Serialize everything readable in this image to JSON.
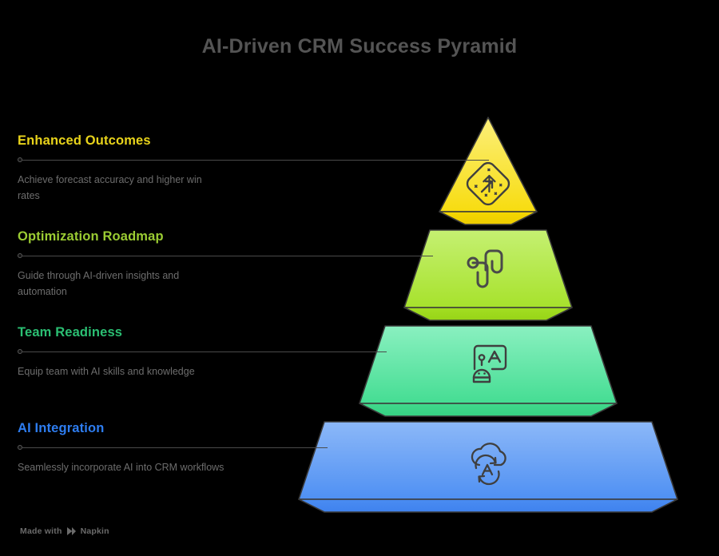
{
  "page": {
    "background_color": "#000000",
    "title": "AI-Driven CRM Success Pyramid",
    "title_color": "#545454"
  },
  "footer": {
    "prefix": "Made with",
    "brand": "Napkin",
    "logo_icon": "napkin-logo-icon",
    "color": "#6b6b6b"
  },
  "pyramid": {
    "type": "pyramid",
    "tier_count": 4,
    "tiers": [
      {
        "index": 1,
        "position": "top",
        "title": "Enhanced Outcomes",
        "description": "Achieve forecast accuracy and higher win rates",
        "color": "#F5DE1E",
        "color_light": "#FCEF7A",
        "color_dark": "#F2D400",
        "title_color": "#E8D31B",
        "icon": "growth-arrow-sparkle-icon",
        "shape": "triangle"
      },
      {
        "index": 2,
        "position": "upper-middle",
        "title": "Optimization Roadmap",
        "description": "Guide through AI-driven insights and automation",
        "color": "#AEE63C",
        "color_light": "#C8F06B",
        "color_dark": "#9BDD1E",
        "title_color": "#9BCC33",
        "icon": "roadmap-path-icon",
        "shape": "trapezoid"
      },
      {
        "index": 3,
        "position": "lower-middle",
        "title": "Team Readiness",
        "description": "Equip team with AI skills and knowledge",
        "color": "#4FE09A",
        "color_light": "#8BF0BF",
        "color_dark": "#3BD98C",
        "title_color": "#2BBF73",
        "icon": "robot-teaching-board-icon",
        "shape": "trapezoid"
      },
      {
        "index": 4,
        "position": "bottom",
        "title": "AI Integration",
        "description": "Seamlessly incorporate AI into CRM workflows",
        "color": "#5E9CF5",
        "color_light": "#8CB8F8",
        "color_dark": "#3E84F0",
        "title_color": "#2E7DF0",
        "icon": "ai-cloud-sync-icon",
        "shape": "trapezoid"
      }
    ]
  }
}
